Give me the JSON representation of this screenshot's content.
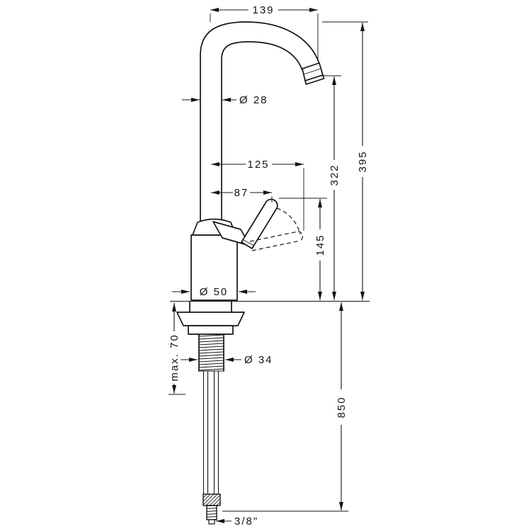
{
  "dimensions": {
    "spout_reach": "139",
    "spout_pipe_diameter": "Ø 28",
    "handle_reach": "125",
    "handle_pivot_reach": "87",
    "total_height": "395",
    "outlet_height": "322",
    "handle_height": "145",
    "base_diameter": "Ø 50",
    "shank_diameter": "Ø 34",
    "max_mounting_thickness": "max. 70",
    "hose_length": "850",
    "connection_size": "3/8\""
  },
  "colors": {
    "line": "#141414",
    "background": "#ffffff"
  }
}
